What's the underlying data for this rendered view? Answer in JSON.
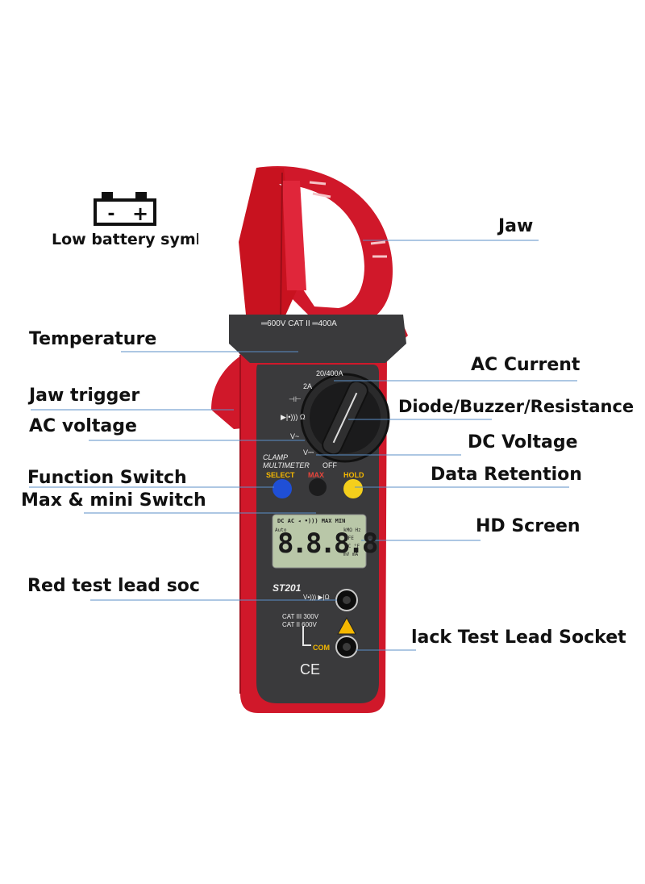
{
  "labels": {
    "low_battery": "Low battery symbo",
    "battery_minus": "-",
    "battery_plus": "+",
    "jaw": "Jaw",
    "temperature": "Temperature",
    "jaw_trigger": "Jaw trigger",
    "ac_voltage": "AC voltage",
    "function_switch": "Function Switch",
    "max_mini_switch": "Max & mini Switch",
    "red_socket": "Red test lead socl",
    "ac_current": "AC Current",
    "diode_buzzer_resistance": "Diode/Buzzer/Resistance",
    "dc_voltage": "DC Voltage",
    "data_retention": "Data Retention",
    "hd_screen": "HD Screen",
    "black_socket": "lack Test Lead Socket"
  },
  "device": {
    "rating": "═600V CAT II ═400A",
    "range_current": "20/400A",
    "range_2a": "2A",
    "cap_mark": "⊣⊢",
    "diode_mark": "▶|•))) Ω",
    "vac_mark": "V~",
    "vdc_mark": "V⎓",
    "off": "OFF",
    "brand_line1": "CLAMP",
    "brand_line2": "MULTIMETER",
    "btn_select": "SELECT",
    "btn_max": "MAX",
    "btn_hold": "HOLD",
    "lcd_top": "DC AC ◂ •))) MAX MIN",
    "lcd_auto": "Auto",
    "lcd_digits": "8.8.8.8",
    "lcd_units1": "kMΩ Hz",
    "lcd_units2": "hFE",
    "lcd_units3": "°C °F",
    "lcd_units4": "mV mA",
    "model": "ST201",
    "socket_vomega": "V•))) ▶|Ω",
    "cat3": "CAT III 300V",
    "cat2": "CAT II 600V",
    "com": "COM",
    "ce": "CE"
  },
  "colors": {
    "body_red": "#d0182a",
    "body_dark": "#3a3a3c",
    "button_blue": "#1f4fd6",
    "button_yellow": "#f4cf1c",
    "label_yellow": "#f5b800",
    "label_red": "#e8453b",
    "lcd_green": "#b9c7a8",
    "leader_blue": "#5b8fc7"
  }
}
